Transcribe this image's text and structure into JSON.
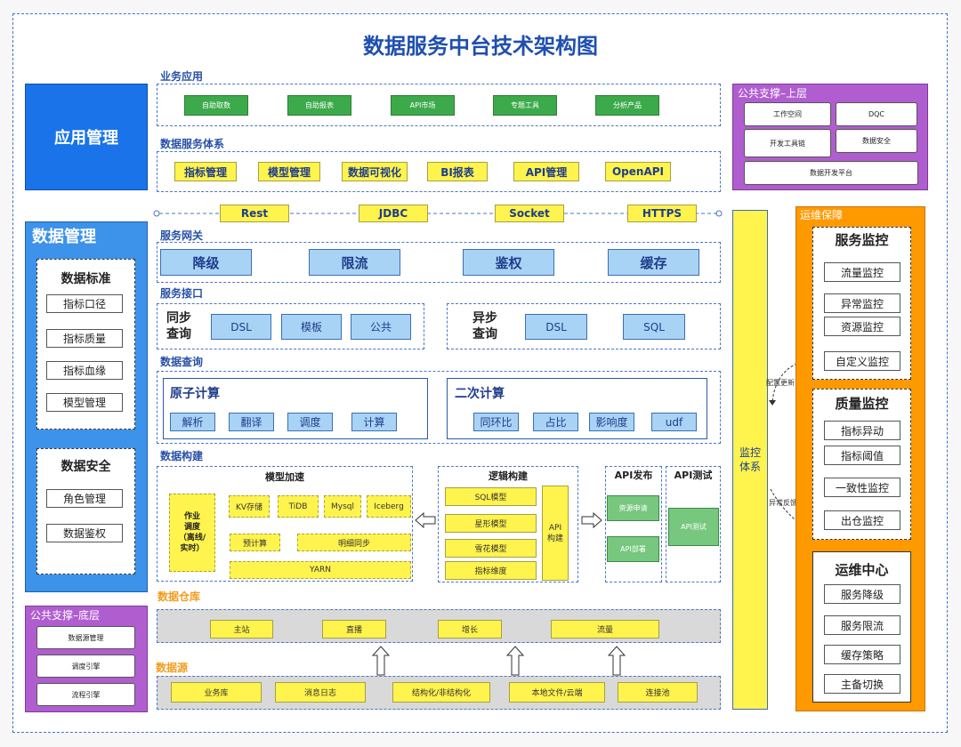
{
  "title": "数据服务中台技术架构图",
  "colors": {
    "blue": "#1a73e8",
    "purple": "#b05ecf",
    "orange": "#ff9900",
    "yellow": "#fff34d",
    "green": "#3caa4b",
    "lightblue": "#a9d3f5"
  },
  "app_mgmt": {
    "label": "应用管理"
  },
  "biz_app": {
    "label": "业务应用",
    "items": [
      "自助取数",
      "自助报表",
      "API市场",
      "专题工具",
      "分析产品"
    ]
  },
  "data_service": {
    "label": "数据服务体系",
    "items": [
      "指标管理",
      "模型管理",
      "数据可视化",
      "BI报表",
      "API管理",
      "OpenAPI"
    ]
  },
  "public_top": {
    "label": "公共支撑–上层",
    "items": [
      "工作空间",
      "DQC",
      "开发工具链",
      "数据安全",
      "数据开发平台"
    ]
  },
  "protocols": [
    "Rest",
    "JDBC",
    "Socket",
    "HTTPS"
  ],
  "data_mgmt": {
    "label": "数据管理",
    "standard": {
      "title": "数据标准",
      "items": [
        "指标口径",
        "指标质量",
        "指标血缘",
        "模型管理"
      ]
    },
    "security": {
      "title": "数据安全",
      "items": [
        "角色管理",
        "数据鉴权"
      ]
    }
  },
  "gateway": {
    "label": "服务网关",
    "items": [
      "降级",
      "限流",
      "鉴权",
      "缓存"
    ]
  },
  "interface": {
    "label": "服务接口",
    "sync": {
      "title_1": "同步",
      "title_2": "查询",
      "items": [
        "DSL",
        "模板",
        "公共"
      ]
    },
    "async": {
      "title_1": "异步",
      "title_2": "查询",
      "items": [
        "DSL",
        "SQL"
      ]
    }
  },
  "query": {
    "label": "数据查询",
    "atomic": {
      "title": "原子计算",
      "items": [
        "解析",
        "翻译",
        "调度",
        "计算"
      ]
    },
    "secondary": {
      "title": "二次计算",
      "items": [
        "同环比",
        "占比",
        "影响度",
        "udf"
      ]
    }
  },
  "build": {
    "label": "数据构建",
    "accel": {
      "title": "模型加速",
      "schedule": [
        "作业",
        "调度",
        "（离线/",
        "实时）"
      ],
      "engines": [
        "KV存储",
        "TiDB",
        "Mysql",
        "Iceberg"
      ],
      "precalc": "预计算",
      "detail_sync": "明细同步",
      "yarn": "YARN"
    },
    "logic": {
      "title": "逻辑构建",
      "items": [
        "SQL模型",
        "星形模型",
        "雪花模型",
        "指标维度"
      ],
      "api_build_1": "API",
      "api_build_2": "构建"
    },
    "api_pub": {
      "title": "API发布",
      "items": [
        "资源申请",
        "API部署"
      ]
    },
    "api_test": {
      "title": "API测试",
      "item": "API测试"
    }
  },
  "warehouse": {
    "label": "数据仓库",
    "items": [
      "主站",
      "直播",
      "增长",
      "流量"
    ]
  },
  "source": {
    "label": "数据源",
    "items": [
      "业务库",
      "消息日志",
      "结构化/非结构化",
      "本地文件/云端",
      "连接池"
    ]
  },
  "public_bottom": {
    "label": "公共支撑–底层",
    "items": [
      "数据源管理",
      "调度引擎",
      "流程引擎"
    ]
  },
  "monitor": {
    "label_1": "监控",
    "label_2": "体系",
    "config_update": "配置更新",
    "anomaly_feedback": "异常反馈"
  },
  "ops": {
    "label": "运维保障",
    "service_monitor": {
      "title": "服务监控",
      "items": [
        "流量监控",
        "异常监控",
        "资源监控",
        "自定义监控"
      ]
    },
    "quality_monitor": {
      "title": "质量监控",
      "items": [
        "指标异动",
        "指标阈值",
        "一致性监控",
        "出仓监控"
      ]
    },
    "ops_center": {
      "title": "运维中心",
      "items": [
        "服务降级",
        "服务限流",
        "缓存策略",
        "主备切换"
      ]
    }
  }
}
